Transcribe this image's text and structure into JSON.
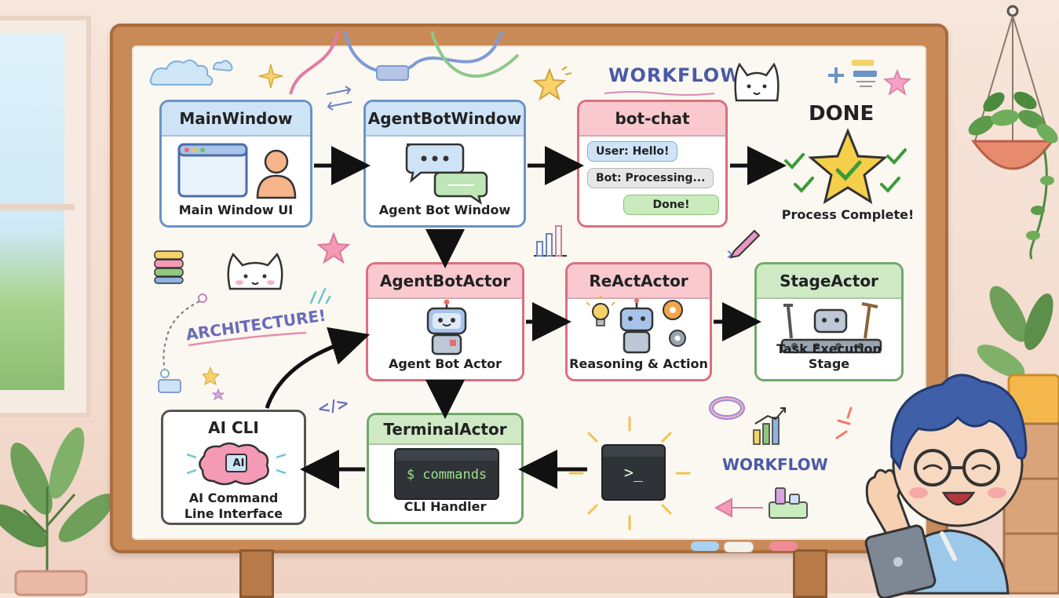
{
  "boxes": {
    "main_window": {
      "title": "MainWindow",
      "caption": "Main Window UI"
    },
    "agent_bot_window": {
      "title": "AgentBotWindow",
      "caption": "Agent Bot Window"
    },
    "bot_chat": {
      "title": "bot-chat",
      "messages": [
        "User: Hello!",
        "Bot: Processing...",
        "Done!"
      ]
    },
    "done": {
      "title": "DONE",
      "caption": "Process Complete!"
    },
    "agent_bot_actor": {
      "title": "AgentBotActor",
      "caption": "Agent Bot Actor"
    },
    "react_actor": {
      "title": "ReActActor",
      "caption": "Reasoning & Action"
    },
    "stage_actor": {
      "title": "StageActor",
      "caption": "Task Execution Stage"
    },
    "ai_cli": {
      "title": "AI CLI",
      "brain_label": "AI",
      "caption_line1": "AI Command",
      "caption_line2": "Line Interface"
    },
    "terminal_actor": {
      "title": "TerminalActor",
      "terminal_text": "$ commands",
      "caption": "CLI Handler"
    },
    "prompt_terminal": {
      "prompt": ">_"
    }
  },
  "annotations": {
    "workflow_top": "WORKFLOW",
    "architecture": "ARCHITECTURE!",
    "workflow_bottom": "WORKFLOW",
    "code_tag": "</>"
  },
  "colors": {
    "blue_header": "#cfe3f7",
    "pink_header": "#f9c9cf",
    "green_header": "#cfe9c5",
    "arrow": "#111111",
    "board_wood": "#c98a57"
  }
}
